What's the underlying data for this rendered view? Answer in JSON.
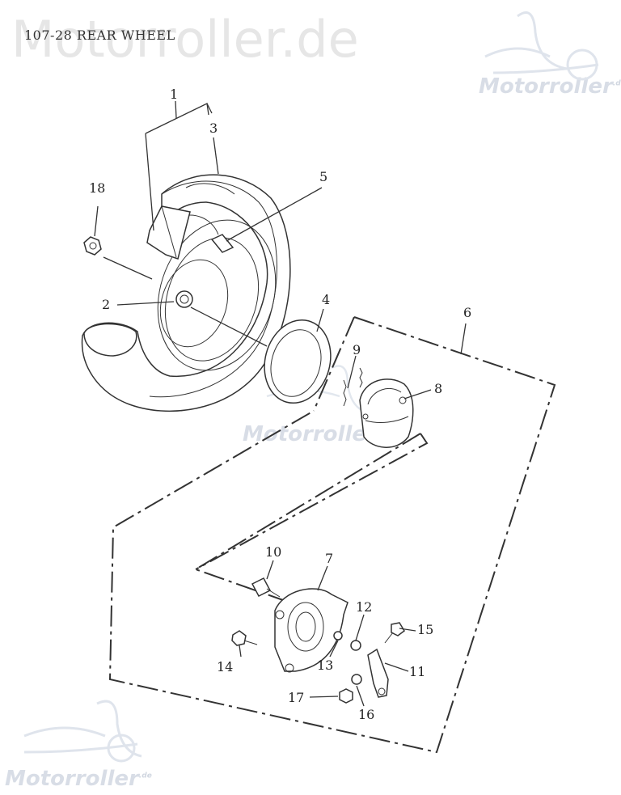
{
  "title": "107-28 REAR WHEEL",
  "watermark": {
    "big_text": "Motorroller.de",
    "logo_text": "Motorroller",
    "logo_suffix": ".de"
  },
  "part_labels": [
    "1",
    "2",
    "3",
    "4",
    "5",
    "6",
    "7",
    "8",
    "9",
    "10",
    "11",
    "12",
    "13",
    "14",
    "15",
    "16",
    "17",
    "18"
  ],
  "colors": {
    "ink": "#333333",
    "watermark": "#e6e6e6",
    "logo": "#d8dde6"
  }
}
